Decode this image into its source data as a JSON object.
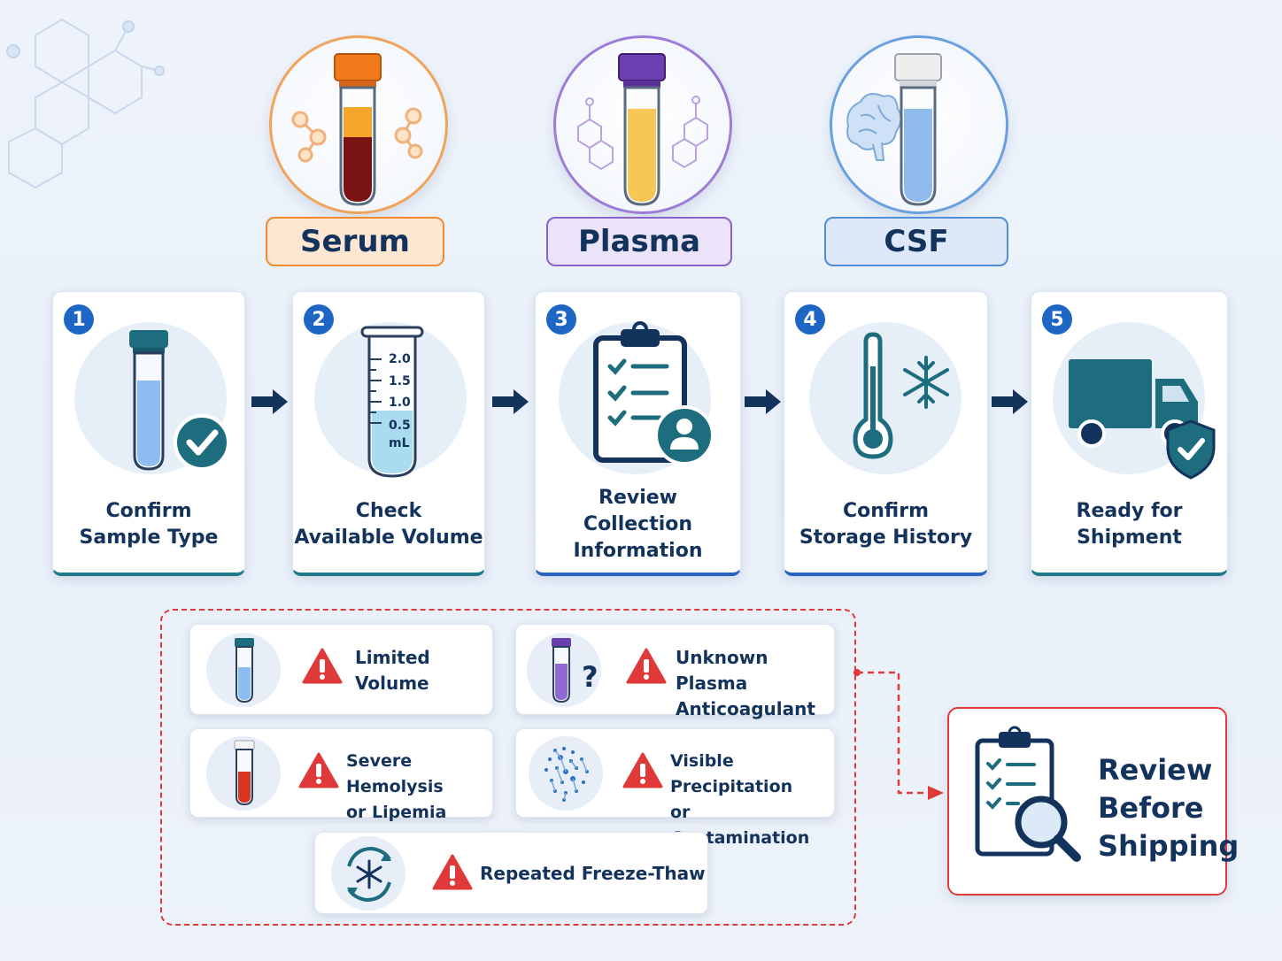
{
  "samples": [
    {
      "label": "Serum",
      "accent": "#f0892f",
      "tube_cap": "#f07a1a"
    },
    {
      "label": "Plasma",
      "accent": "#8a63c9",
      "tube_cap": "#6b3fb0"
    },
    {
      "label": "CSF",
      "accent": "#4f8fd8",
      "tube_cap": "#e6e6e6"
    }
  ],
  "steps": [
    {
      "number": "1",
      "label": "Confirm\nSample Type",
      "icon": "tube-check-icon"
    },
    {
      "number": "2",
      "label": "Check\nAvailable Volume",
      "icon": "graduated-tube-icon"
    },
    {
      "number": "3",
      "label": "Review\nCollection\nInformation",
      "icon": "clipboard-person-icon"
    },
    {
      "number": "4",
      "label": "Confirm\nStorage History",
      "icon": "thermometer-snowflake-icon"
    },
    {
      "number": "5",
      "label": "Ready for\nShipment",
      "icon": "truck-shield-icon"
    }
  ],
  "volume_tube": {
    "marks": [
      "2.0",
      "1.5",
      "1.0",
      "0.5"
    ],
    "unit": "mL"
  },
  "risks": [
    {
      "label": "Limited\nVolume",
      "icon": "blue-tube-icon"
    },
    {
      "label": "Unknown Plasma\nAnticoagulant",
      "icon": "purple-tube-question-icon"
    },
    {
      "label": "Severe Hemolysis\nor Lipemia",
      "icon": "red-tube-icon"
    },
    {
      "label": "Visible Precipitation\nor Contamination",
      "icon": "particles-icon"
    },
    {
      "label": "Repeated Freeze-Thaw",
      "icon": "freeze-thaw-icon"
    }
  ],
  "review": {
    "label": "Review\nBefore\nShipping",
    "icon": "clipboard-magnifier-icon"
  },
  "colors": {
    "navy": "#13325c",
    "teal": "#1e6d7e",
    "blue": "#1d66c4",
    "alert": "#e0393a"
  }
}
